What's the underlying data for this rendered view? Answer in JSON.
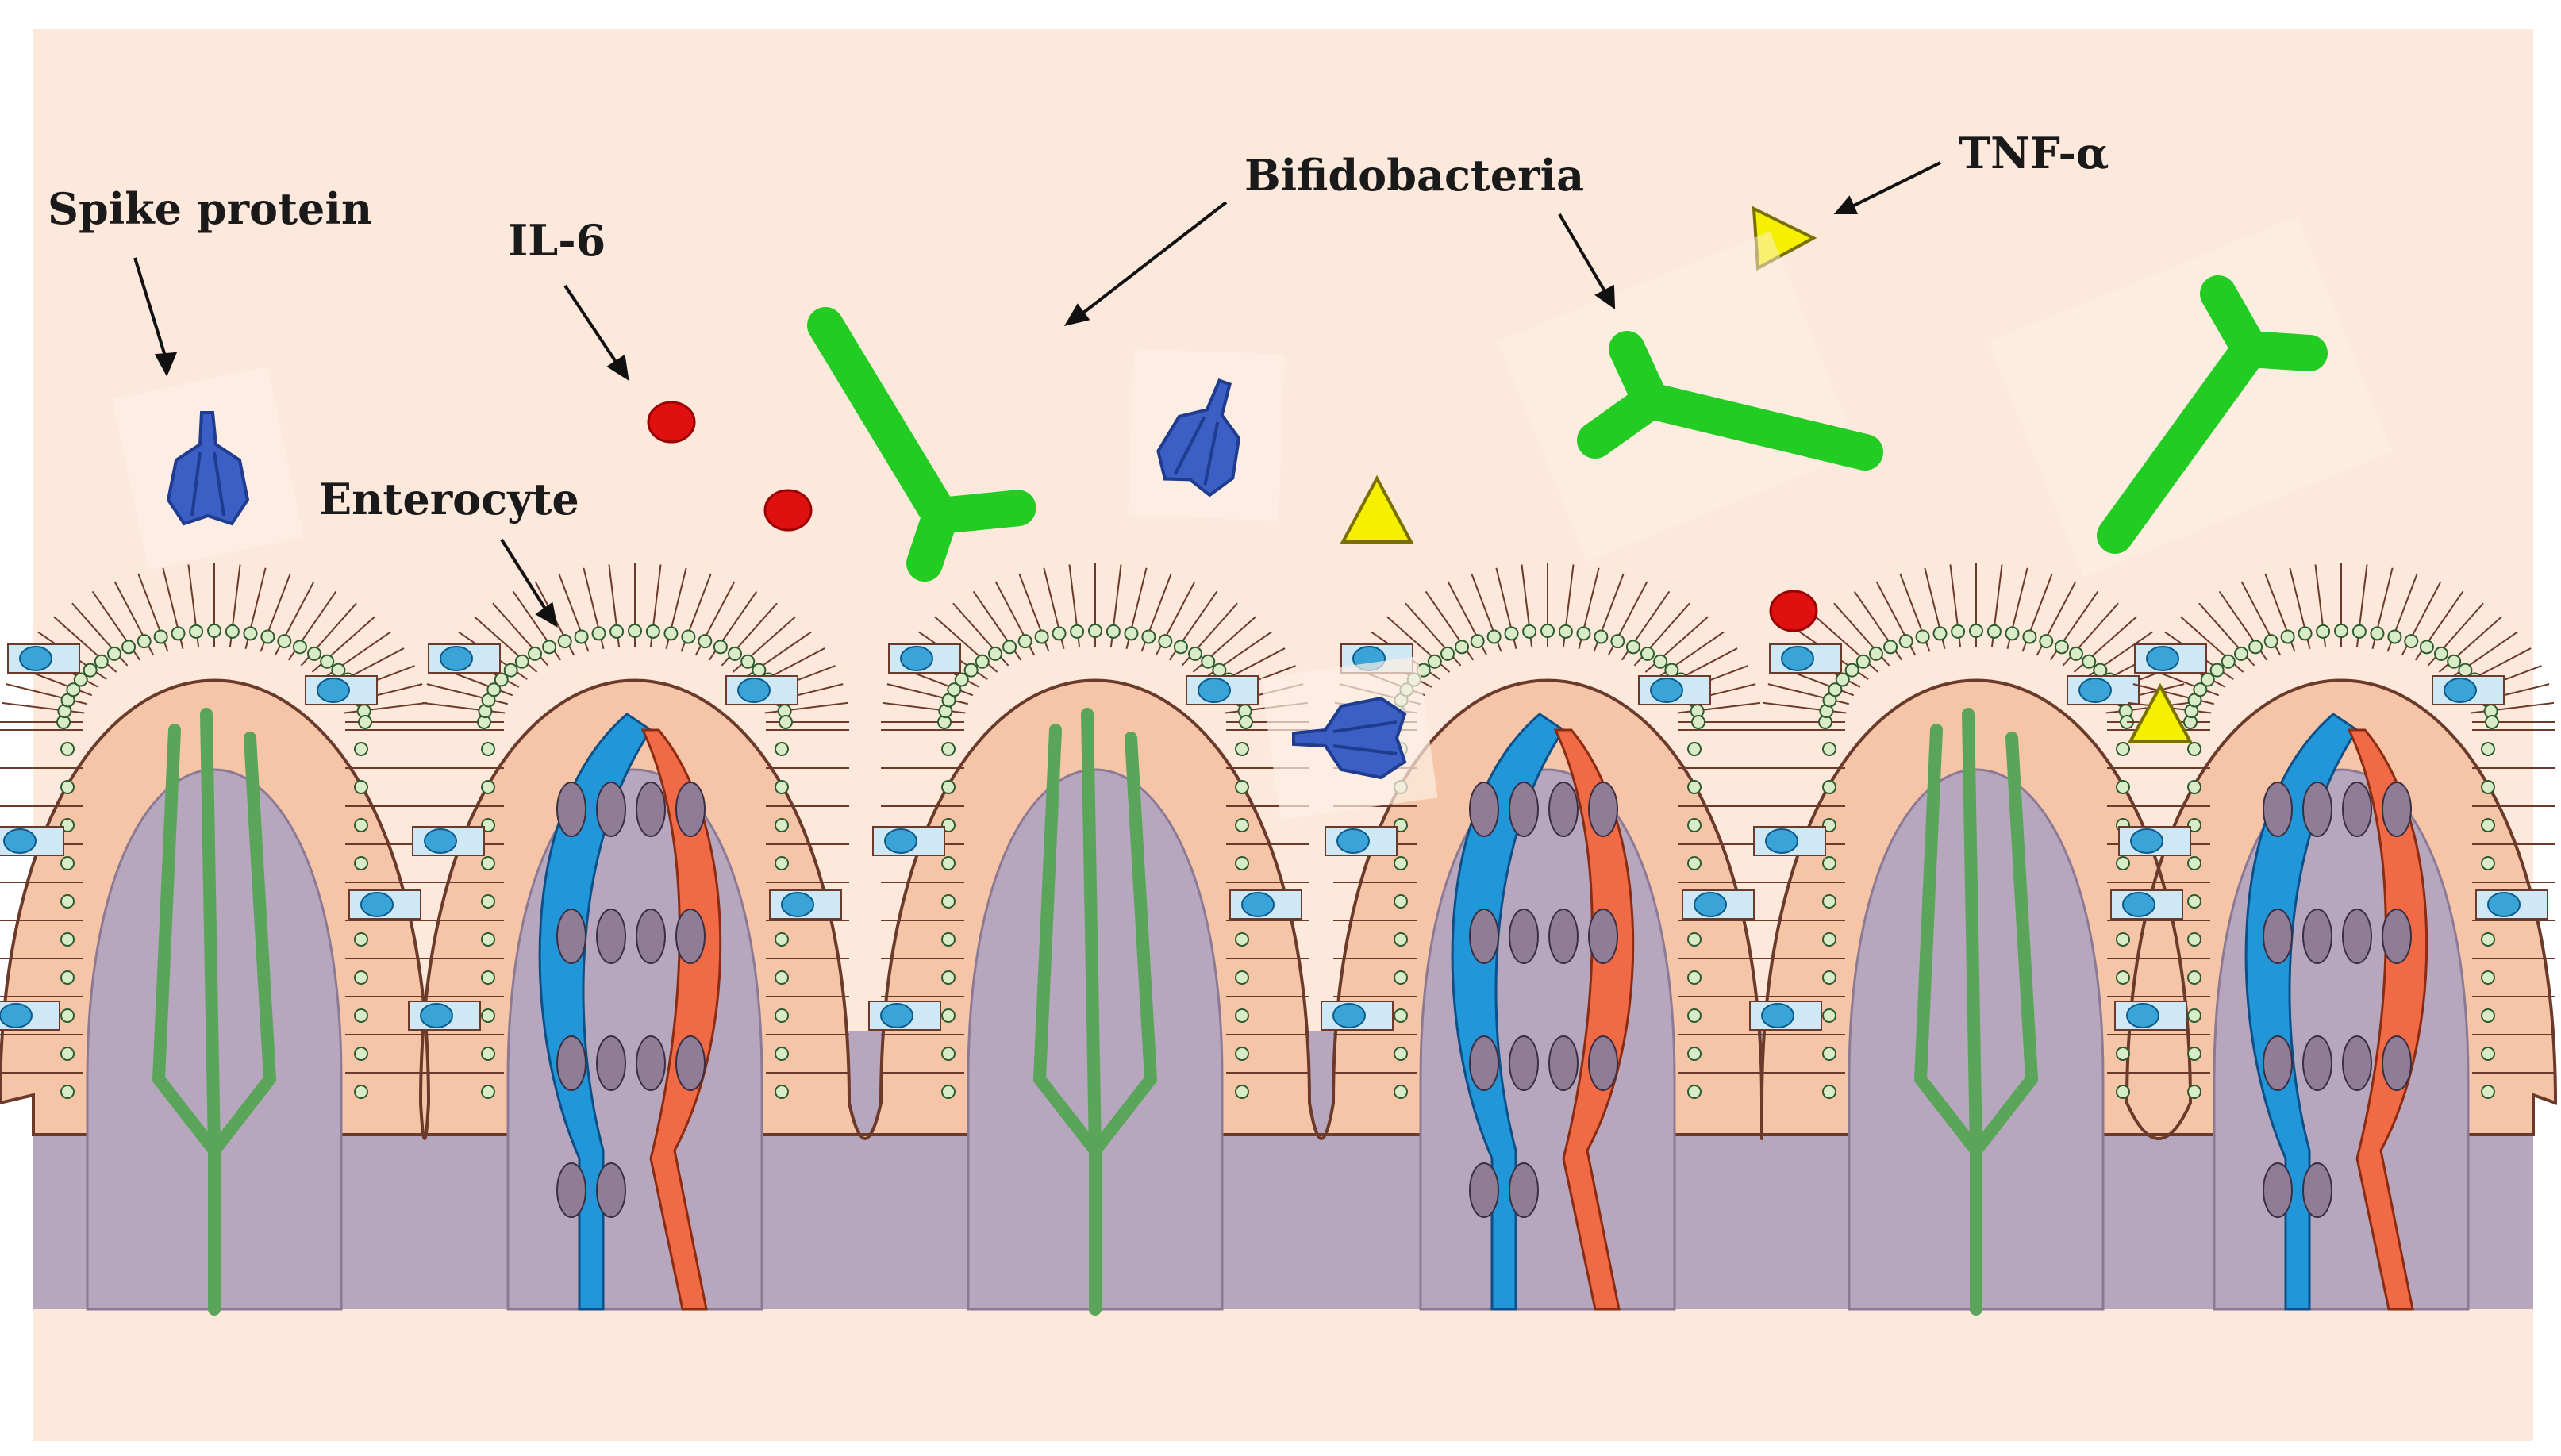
{
  "labels": {
    "spike_protein": "Spike protein",
    "il6": "IL-6",
    "enterocyte": "Enterocyte",
    "bifidobacteria": "Bifidobacteria",
    "tnf_alpha": "TNF-α"
  },
  "colors": {
    "background": "#fde8dc",
    "tissue": "#b7a7be",
    "enterocyte_fill": "#f6c5a8",
    "enterocyte_outline": "#6b3a2a",
    "nucleus": "#d8ecc8",
    "goblet_cell": "#3aa4d8",
    "lacteal": "#5aa55a",
    "vein": "#2196d8",
    "artery": "#f06a45",
    "spike_protein": "#3b5fc4",
    "il6": "#e01010",
    "tnf_alpha": "#f5f000",
    "bifidobacteria": "#22cc22"
  },
  "icons": [
    "spike-protein-icon",
    "il6-molecule-icon",
    "tnf-alpha-triangle-icon",
    "bifidobacterium-icon",
    "villus-icon"
  ]
}
